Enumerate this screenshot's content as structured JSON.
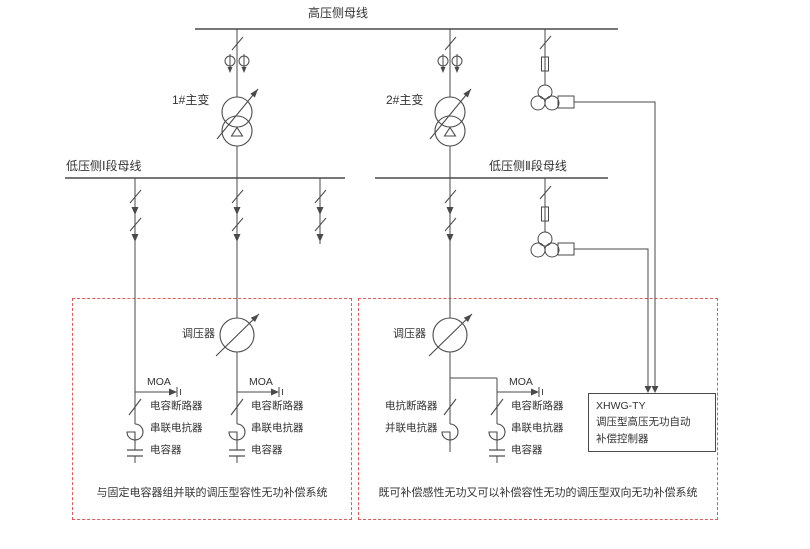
{
  "diagram": {
    "hv_bus_label": "高压侧母线",
    "transformers": [
      {
        "label": "1#主变"
      },
      {
        "label": "2#主变"
      }
    ],
    "lv_bus1_label": "低压侧Ⅰ段母线",
    "lv_bus2_label": "低压侧Ⅱ段母线",
    "left_system": {
      "regulator_label": "调压器",
      "branches": [
        {
          "moa": "MOA",
          "breaker": "电容断路器",
          "reactor": "串联电抗器",
          "capacitor": "电容器"
        },
        {
          "moa": "MOA",
          "breaker": "电容断路器",
          "reactor": "串联电抗器",
          "capacitor": "电容器"
        }
      ],
      "caption": "与固定电容器组并联的调压型容性无功补偿系统"
    },
    "right_system": {
      "regulator_label": "调压器",
      "reactor_branch": {
        "breaker": "电抗断路器",
        "reactor": "并联电抗器"
      },
      "capacitor_branch": {
        "moa": "MOA",
        "breaker": "电容断路器",
        "reactor": "串联电抗器",
        "capacitor": "电容器"
      },
      "caption": "既可补偿感性无功又可以补偿容性无功的调压型双向无功补偿系统"
    },
    "controller": {
      "model": "XHWG-TY",
      "name_line1": "调压型高压无功自动",
      "name_line2": "补偿控制器"
    },
    "colors": {
      "line": "#4a4a4a",
      "dashed_box": "#e05c5c",
      "text": "#333333",
      "background": "#ffffff"
    }
  }
}
